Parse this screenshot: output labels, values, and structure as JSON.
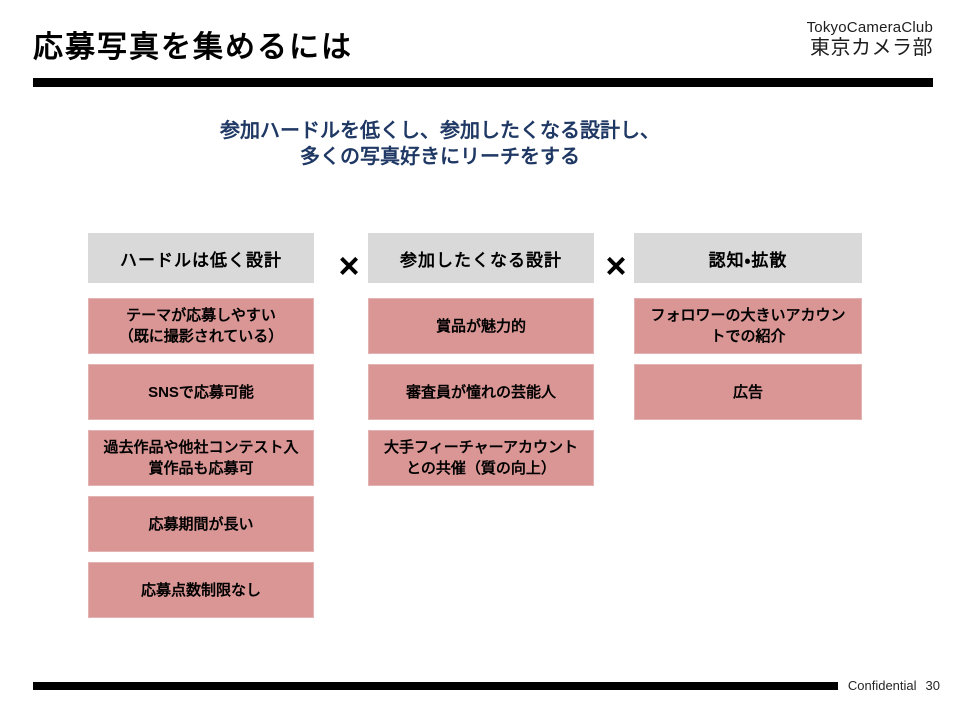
{
  "slide": {
    "title": "応募写真を集めるには",
    "logo": {
      "en": "TokyoCameraClub",
      "jp": "東京カメラ部"
    },
    "lead": "参加ハードルを低くし、参加したくなる設計し、\n多くの写真好きにリーチをする",
    "multiply": "×",
    "columns": [
      {
        "header": "ハードルは低く設計",
        "items": [
          "テーマが応募しやすい\n（既に撮影されている）",
          "SNSで応募可能",
          "過去作品や他社コンテスト入\n賞作品も応募可",
          "応募期間が長い",
          "応募点数制限なし"
        ]
      },
      {
        "header": "参加したくなる設計",
        "items": [
          "賞品が魅力的",
          "審査員が憧れの芸能人",
          "大手フィーチャーアカウント\nとの共催（質の向上）"
        ]
      },
      {
        "header": "認知・拡散",
        "items": [
          "フォロワーの大きいアカウン\nトでの紹介",
          "広告"
        ]
      }
    ],
    "footer": {
      "label": "Confidential",
      "page": "30"
    },
    "colors": {
      "header_bg": "#d9d9d9",
      "item_bg": "#d99694",
      "item_border": "#e2b3b1",
      "lead_text": "#1f3864",
      "bar": "#000000"
    }
  }
}
